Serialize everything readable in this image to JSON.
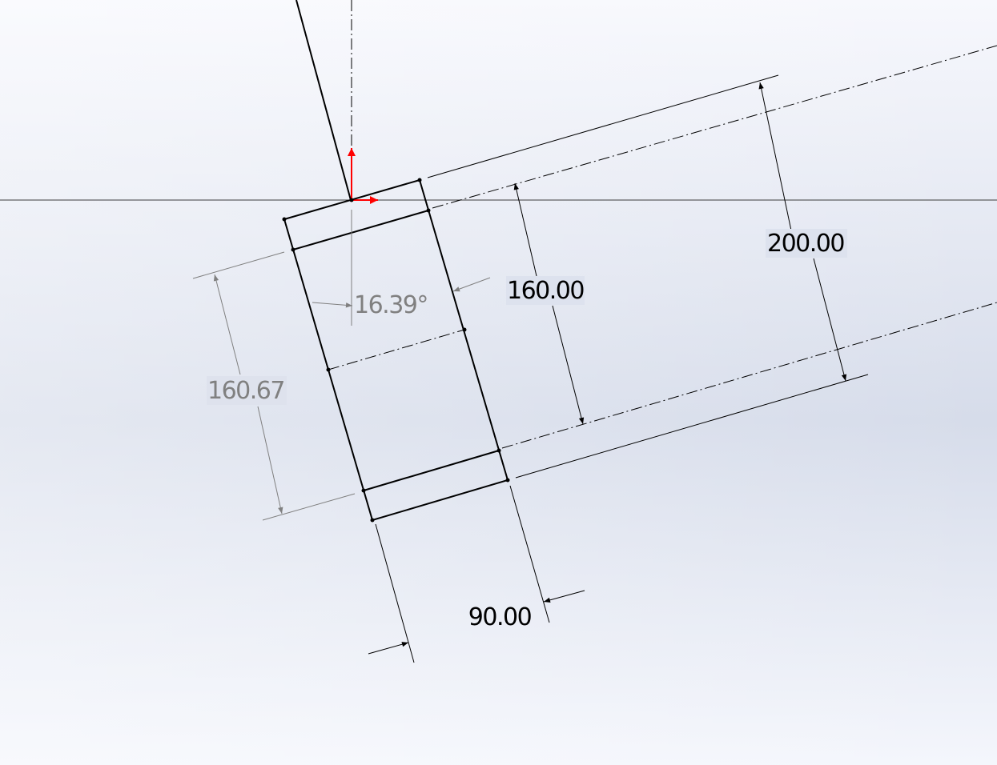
{
  "sketch": {
    "dimensions": {
      "height_200": "200.00",
      "height_160": "160.00",
      "width_90": "90.00",
      "driven_160_67": "160.67",
      "angle": "16.39°"
    },
    "colors": {
      "background_top": "#c9d1e6",
      "background_bottom": "#f4f6fc",
      "geometry": "#000000",
      "driven_dimension": "#808080",
      "origin_axis": "#ff0000"
    }
  }
}
